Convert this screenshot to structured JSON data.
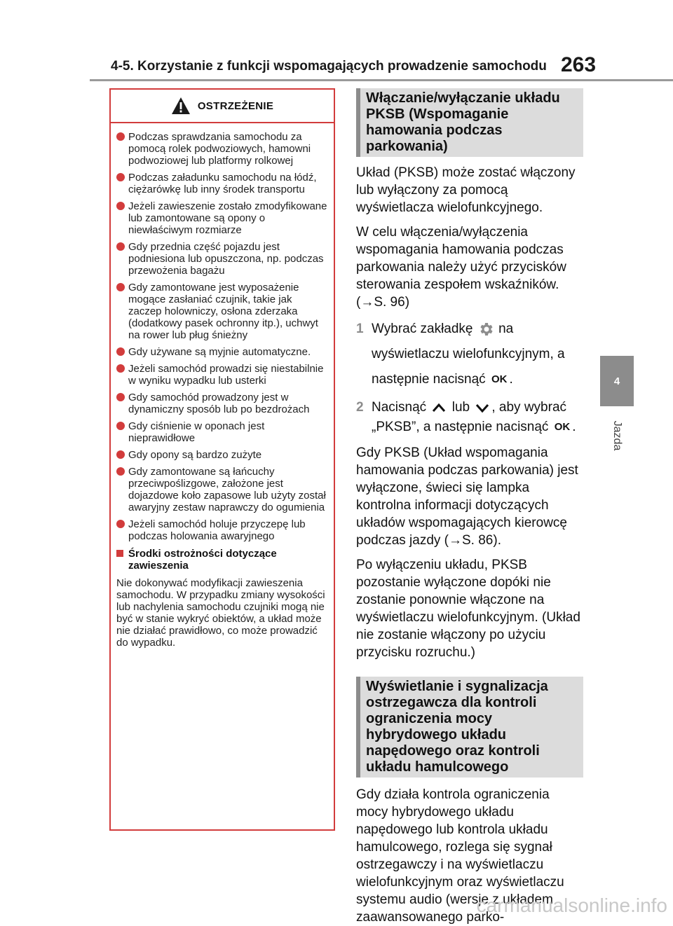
{
  "header": {
    "section_title": "4-5. Korzystanie z funkcji wspomagających prowadzenie samochodu",
    "page_number": "263"
  },
  "side_tab": {
    "number": "4",
    "label": "Jazda"
  },
  "warning": {
    "title": "OSTRZEŻENIE",
    "items": [
      "Podczas sprawdzania samochodu za pomocą rolek podwoziowych, hamowni podwoziowej lub platformy rolkowej",
      "Podczas załadunku samochodu na łódź, ciężarówkę lub inny środek transportu",
      "Jeżeli zawieszenie zostało zmodyfikowane lub zamontowane są opony o niewłaściwym rozmiarze",
      "Gdy przednia część pojazdu jest podniesiona lub opuszczona, np. podczas przewożenia bagażu",
      "Gdy zamontowane jest wyposażenie mogące zasłaniać czujnik, takie jak zaczep holowniczy, osłona zderzaka (dodatkowy pasek ochronny itp.), uchwyt na rower lub pług śnieżny",
      "Gdy używane są myjnie automatyczne.",
      "Jeżeli samochód prowadzi się niestabilnie w wyniku wypadku lub usterki",
      "Gdy samochód prowadzony jest w dynamiczny sposób lub po bezdrożach",
      "Gdy ciśnienie w oponach jest nieprawidłowe",
      "Gdy opony są bardzo zużyte",
      "Gdy zamontowane są łańcuchy przeciwpoślizgowe, założone jest dojazdowe koło zapasowe lub użyty został awaryjny zestaw naprawczy do ogumienia",
      "Jeżeli samochód holuje przyczepę lub podczas holowania awaryjnego"
    ],
    "subheading": "Środki ostrożności dotyczące zawieszenia",
    "paragraph": "Nie dokonywać modyfikacji zawieszenia samochodu. W przypadku zmiany wysokości lub nachylenia samochodu czujniki mogą nie być w stanie wykryć obiektów, a układ może nie działać prawidłowo, co może prowadzić do wypadku."
  },
  "right": {
    "heading1": "Włączanie/wyłączanie układu PKSB (Wspomaganie hamowania podczas parkowania)",
    "p1": "Układ (PKSB) może zostać włączony lub wyłączony za pomocą wyświetlacza wielofunkcyjnego.",
    "p2": "W celu włączenia/wyłączenia wspomagania hamowania podczas parkowania należy użyć przycisków sterowania zespołem wskaźników. (→S. 96)",
    "step1_num": "1",
    "step1_a": "Wybrać zakładkę",
    "step1_b": "na wyświetlaczu wielofunkcyjnym, a następnie nacisnąć",
    "step2_num": "2",
    "step2_a": "Nacisnąć",
    "step2_b": "lub",
    "step2_c": ", aby wybrać „PKSB”, a następnie nacisnąć",
    "ok_label": "OK",
    "p3": "Gdy PKSB (Układ wspomagania hamowania podczas parkowania) jest wyłączone, świeci się lampka kontrolna informacji dotyczących układów wspomagających kierowcę podczas jazdy (→S. 86).",
    "p4": "Po wyłączeniu układu, PKSB pozostanie wyłączone dopóki nie zostanie ponownie włączone na wyświetlaczu wielofunkcyjnym. (Układ nie zostanie włączony po użyciu przycisku rozruchu.)",
    "heading2": "Wyświetlanie i sygnalizacja ostrzegawcza dla kontroli ograniczenia mocy hybrydowego układu napędowego oraz kontroli układu hamulcowego",
    "p5": "Gdy działa kontrola ograniczenia mocy hybrydowego układu napędowego lub kontrola układu hamulcowego, rozlega się sygnał ostrzegawczy i na wyświetlaczu wielofunkcyjnym oraz wyświetlaczu systemu audio (wersje z układem zaawansowanego parko-"
  },
  "footer": {
    "watermark": "carmanualsonline.info"
  }
}
